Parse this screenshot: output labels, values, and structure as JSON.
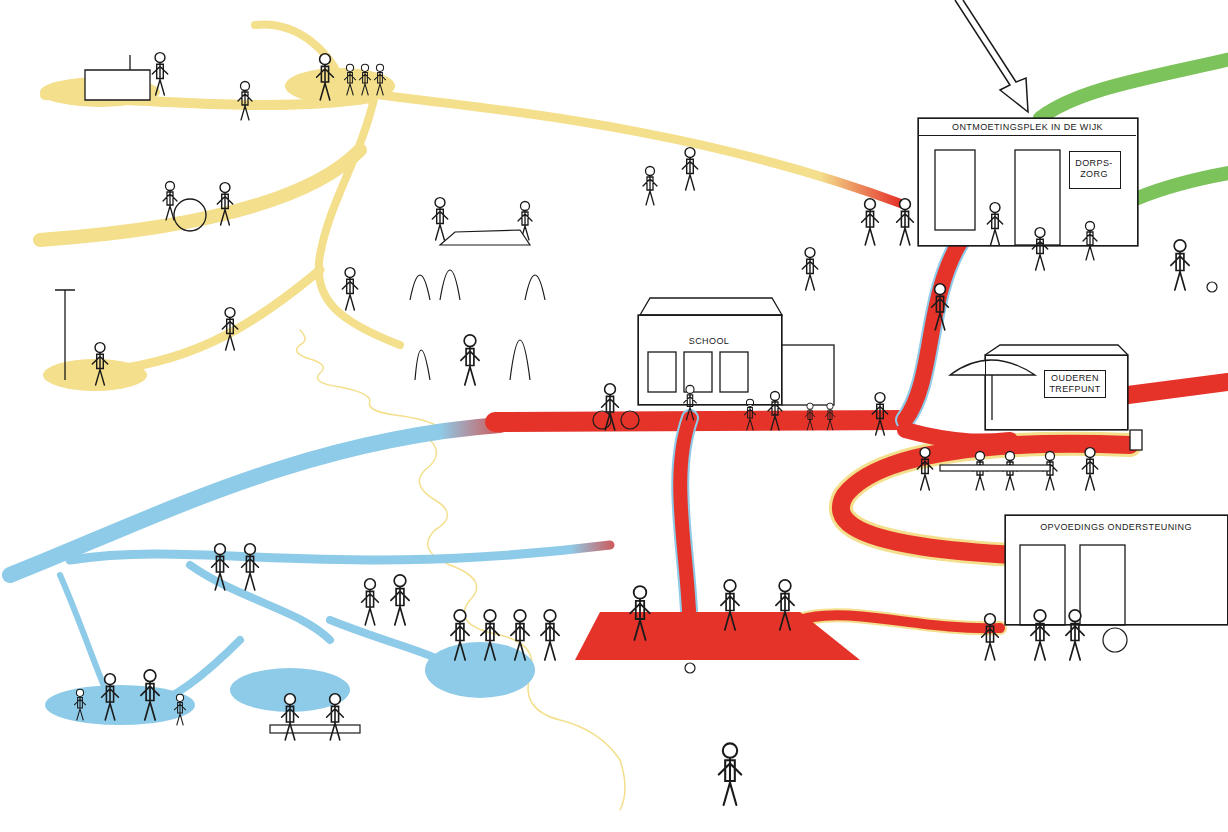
{
  "diagram": {
    "nodes": [
      {
        "text": [
          "ONTMOETINGSPLEK IN DE WIJK"
        ]
      },
      {
        "text": [
          "DORPS- ZORG"
        ],
        "in": 0
      },
      {
        "text": [
          "SCHOOL"
        ]
      },
      {
        "text": [
          "OUDEREN TREFPUNT"
        ]
      },
      {
        "text": [
          "OPVOEDINGS ONDERSTEUNING"
        ]
      }
    ]
  }
}
